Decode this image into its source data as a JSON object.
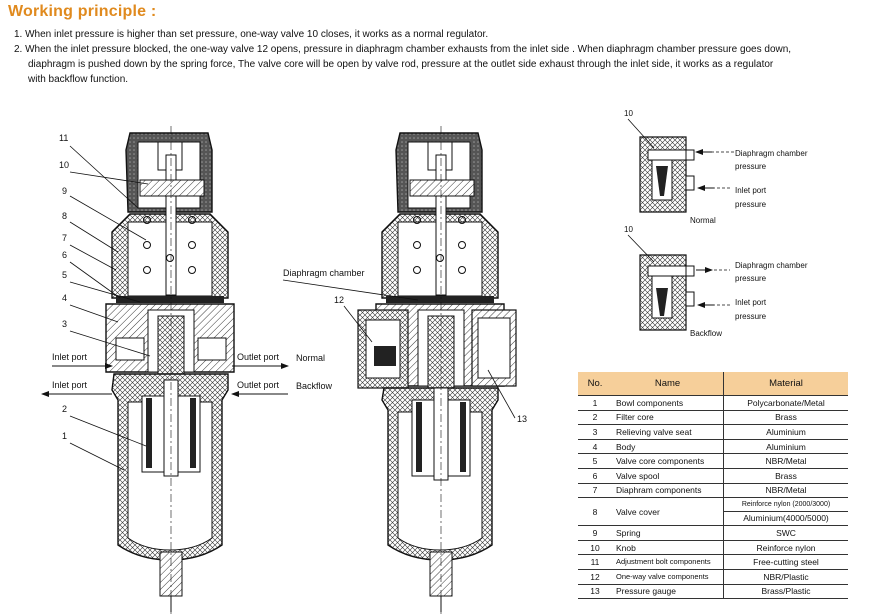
{
  "heading": "Working principle :",
  "paragraphs": {
    "p1": "1. When inlet pressure is higher than set pressure, one-way valve 10 closes, it works as a normal regulator.",
    "p2_line1": "2. When the inlet pressure blocked, the one-way valve 12 opens, pressure in diaphragm chamber exhausts from the inlet side . When diaphragm chamber pressure goes down,",
    "p2_line2": "diaphragm is pushed down by the spring force, The valve core will be open by valve rod, pressure at the outlet side exhaust through the inlet side, it works as a regulator",
    "p2_line3": "with backflow function."
  },
  "left_diagram": {
    "callouts": [
      "11",
      "10",
      "9",
      "8",
      "7",
      "6",
      "5",
      "4",
      "3",
      "2",
      "1"
    ],
    "inlet_port_1": "Inlet port",
    "outlet_port_1": "Outlet port",
    "mode_1": "Normal",
    "inlet_port_2": "Inlet port",
    "outlet_port_2": "Outlet port",
    "mode_2": "Backflow"
  },
  "center_diagram": {
    "diaphragm_label": "Diaphragm chamber",
    "callout_12": "12",
    "callout_13": "13"
  },
  "detail_diagrams": {
    "top": {
      "callout": "10",
      "diaphragm_line1": "Diaphragm chamber",
      "diaphragm_line2": "pressure",
      "inlet_line1": "Inlet port",
      "inlet_line2": "pressure",
      "caption": "Normal"
    },
    "bottom": {
      "callout": "10",
      "diaphragm_line1": "Diaphragm chamber",
      "diaphragm_line2": "pressure",
      "inlet_line1": "Inlet port",
      "inlet_line2": "pressure",
      "caption": "Backflow"
    }
  },
  "table": {
    "headers": [
      "No.",
      "Name",
      "Material"
    ],
    "rows": [
      {
        "no": "1",
        "name": "Bowl components",
        "material": "Polycarbonate/Metal"
      },
      {
        "no": "2",
        "name": "Filter core",
        "material": "Brass"
      },
      {
        "no": "3",
        "name": "Relieving valve seat",
        "material": "Aluminium"
      },
      {
        "no": "4",
        "name": "Body",
        "material": "Aluminium"
      },
      {
        "no": "5",
        "name": "Valve core components",
        "material": "NBR/Metal"
      },
      {
        "no": "6",
        "name": "Valve spool",
        "material": "Brass"
      },
      {
        "no": "7",
        "name": "Diaphram components",
        "material": "NBR/Metal"
      },
      {
        "no": "8",
        "name": "Valve cover",
        "material_a": "Reinforce nylon (2000/3000)",
        "material_b": "Aluminium(4000/5000)"
      },
      {
        "no": "9",
        "name": "Spring",
        "material": "SWC"
      },
      {
        "no": "10",
        "name": "Knob",
        "material": "Reinforce nylon"
      },
      {
        "no": "11",
        "name": "Adjustment bolt components",
        "material": "Free-cutting steel"
      },
      {
        "no": "12",
        "name": "One-way valve components",
        "material": "NBR/Plastic"
      },
      {
        "no": "13",
        "name": "Pressure gauge",
        "material": "Brass/Plastic"
      }
    ]
  }
}
